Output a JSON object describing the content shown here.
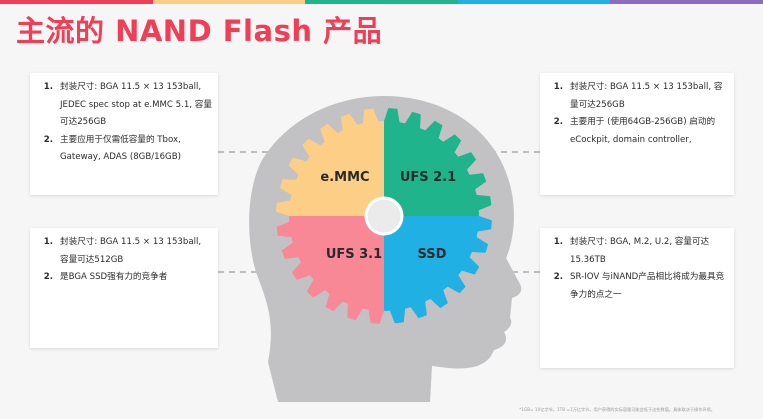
{
  "title": "主流的 NAND Flash 产品",
  "colors": {
    "title": "#ef3e55",
    "head": "#c2c2c4",
    "emmc": "#fdcf86",
    "ufs21": "#20b48c",
    "ufs31": "#f88896",
    "ssd": "#20b0e3",
    "center": "#ebebeb"
  },
  "top_strip_colors": [
    "#ef3e55",
    "#fdcf86",
    "#20b48c",
    "#20b0e3",
    "#8e6bbf"
  ],
  "segments": {
    "emmc": "e.MMC",
    "ufs21": "UFS 2.1",
    "ufs31": "UFS 3.1",
    "ssd": "SSD"
  },
  "cards": {
    "top_left": [
      "封装尺寸: BGA 11.5 × 13 153ball, JEDEC spec stop at e.MMC 5.1, 容量可达256GB",
      "主要应用于仅需低容量的 Tbox, Gateway, ADAS (8GB/16GB)"
    ],
    "top_right": [
      "封装尺寸: BGA 11.5 × 13 153ball, 容量可达256GB",
      "主要用于 (使用64GB-256GB) 启动的 eCockpit, domain controller,"
    ],
    "bottom_left": [
      "封装尺寸: BGA 11.5 × 13 153ball, 容量可达512GB",
      "是BGA SSD强有力的竞争者"
    ],
    "bottom_right": [
      "封装尺寸: BGA, M.2, U.2, 容量可达15.36TB",
      "SR-IOV 与iNAND产品相比将成为最具竞争力的点之一"
    ]
  },
  "footnote": "*1GB= 10亿字节。1TB =1万亿字节。用户获得的实际容量可能会低于这些数值。具体取决于操作环境。"
}
